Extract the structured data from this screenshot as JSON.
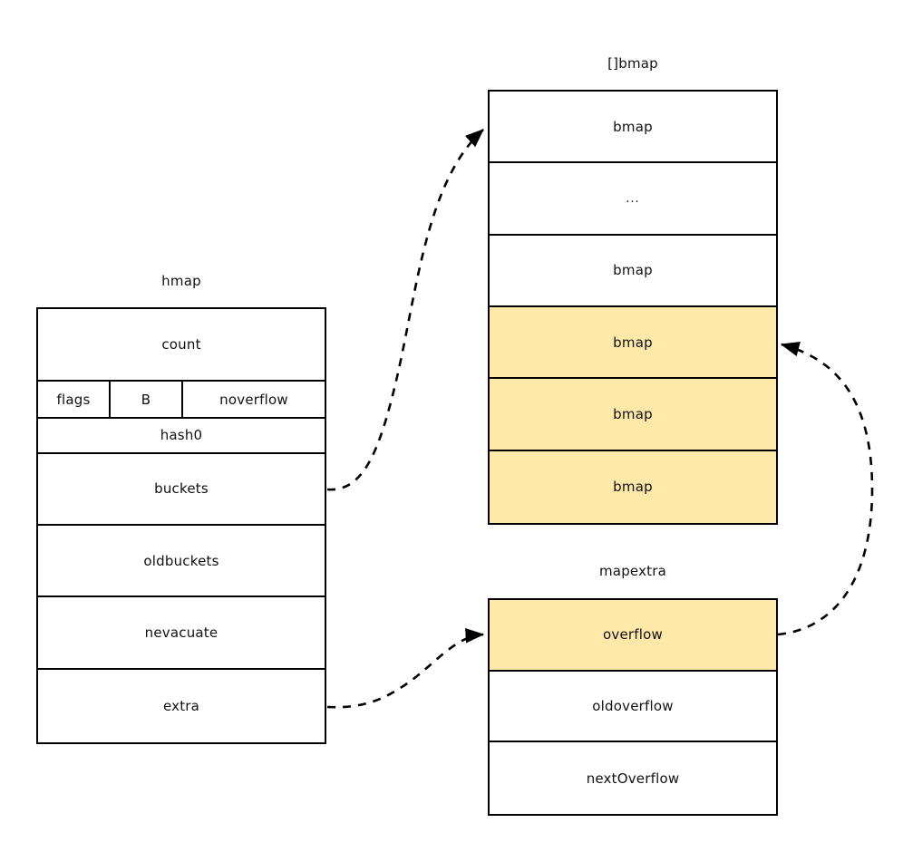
{
  "diagram": {
    "title_hmap": "hmap",
    "title_bmap": "[]bmap",
    "title_mapextra": "mapextra",
    "colors": {
      "highlight": "#ffe9a8",
      "stroke": "#000000",
      "background": "#ffffff",
      "text": "#111111"
    }
  },
  "hmap": {
    "label": "hmap",
    "rows": [
      {
        "cells": [
          {
            "label": "count"
          }
        ]
      },
      {
        "cells": [
          {
            "label": "flags"
          },
          {
            "label": "B"
          },
          {
            "label": "noverflow"
          }
        ]
      },
      {
        "cells": [
          {
            "label": "hash0"
          }
        ]
      },
      {
        "cells": [
          {
            "label": "buckets"
          }
        ]
      },
      {
        "cells": [
          {
            "label": "oldbuckets"
          }
        ]
      },
      {
        "cells": [
          {
            "label": "nevacuate"
          }
        ]
      },
      {
        "cells": [
          {
            "label": "extra"
          }
        ]
      }
    ]
  },
  "bmap": {
    "label": "[]bmap",
    "rows": [
      {
        "label": "bmap",
        "highlighted": false
      },
      {
        "label": "...",
        "highlighted": false
      },
      {
        "label": "bmap",
        "highlighted": false
      },
      {
        "label": "bmap",
        "highlighted": true
      },
      {
        "label": "bmap",
        "highlighted": true
      },
      {
        "label": "bmap",
        "highlighted": true
      }
    ]
  },
  "mapextra": {
    "label": "mapextra",
    "rows": [
      {
        "label": "overflow",
        "highlighted": true
      },
      {
        "label": "oldoverflow",
        "highlighted": false
      },
      {
        "label": "nextOverflow",
        "highlighted": false
      }
    ]
  },
  "arrows": [
    {
      "name": "buckets-to-bmap",
      "from": "hmap.buckets",
      "to": "bmap.row0",
      "style": "dashed"
    },
    {
      "name": "extra-to-mapextra",
      "from": "hmap.extra",
      "to": "mapextra.overflow",
      "style": "dashed"
    },
    {
      "name": "overflow-to-bmap",
      "from": "mapextra.overflow",
      "to": "bmap.row3",
      "style": "dashed"
    }
  ]
}
